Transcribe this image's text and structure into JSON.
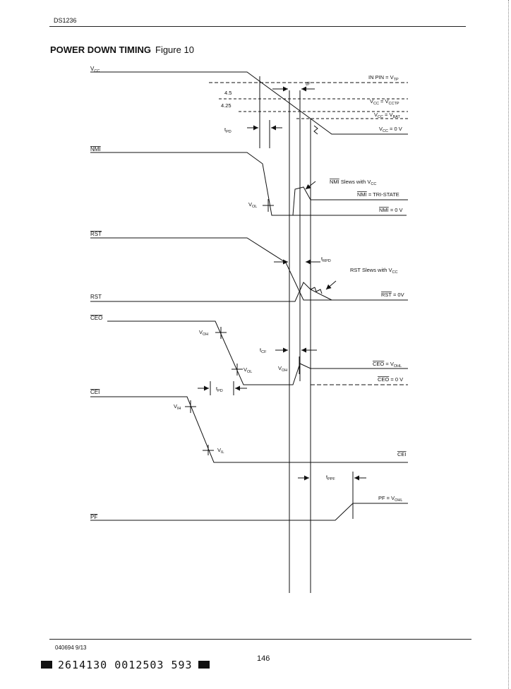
{
  "header": {
    "part_number": "DS1236"
  },
  "figure": {
    "title_bold": "POWER DOWN TIMING",
    "title_rest": "Figure 10"
  },
  "signals": {
    "vcc": "V",
    "vcc_sub": "CC",
    "nmi": "NMI",
    "rst_bar": "RST",
    "rst": "RST",
    "ceo": "CEO",
    "cei": "CEI",
    "pf": "PF"
  },
  "levels": {
    "l45": "4.5",
    "l425": "4.25"
  },
  "annotations": {
    "in_pin": "IN PIN = V",
    "in_pin_sub": "TP",
    "vcc_cctp": "V",
    "vcc_cctp_mid": " = V",
    "vcc_cctp_sub": "CCTP",
    "vcc_bat": "V",
    "vcc_bat_mid": " = V",
    "vcc_bat_sub": "BAT",
    "vcc_0": "V",
    "vcc_0_rest": " = 0 V",
    "tf": "tF",
    "tpd": "t",
    "tpd_sub": "PD",
    "vol": "V",
    "vol_sub": "OL",
    "nmi_slews": " Slews with V",
    "nmi_slews_sub": "CC",
    "nmi_tri": " = TRI-STATE",
    "nmi_0": " = 0 V",
    "trpd": "t",
    "trpd_sub": "RPD",
    "rst_slews": "RST Slews with V",
    "rst_slews_sub": "CC",
    "rst_0": " = 0V",
    "voh": "V",
    "voh_sub": "OH",
    "tcf": "t",
    "tcf_sub": "CF",
    "ceo_vohl": " = V",
    "ceo_vohl_sub": "OHL",
    "ceo_0": " = 0 V",
    "vih": "V",
    "vih_sub": "IH",
    "vil": "V",
    "vil_sub": "IL",
    "tppf": "t",
    "tppf_sub": "PPF",
    "pf_vohl": "PF = V",
    "pf_vohl_sub": "OHL",
    "cei_end": "CEI"
  },
  "footer": {
    "doc_code": "040694 9/13",
    "page": "146",
    "barcode_text": "2614130 0012503 593"
  }
}
